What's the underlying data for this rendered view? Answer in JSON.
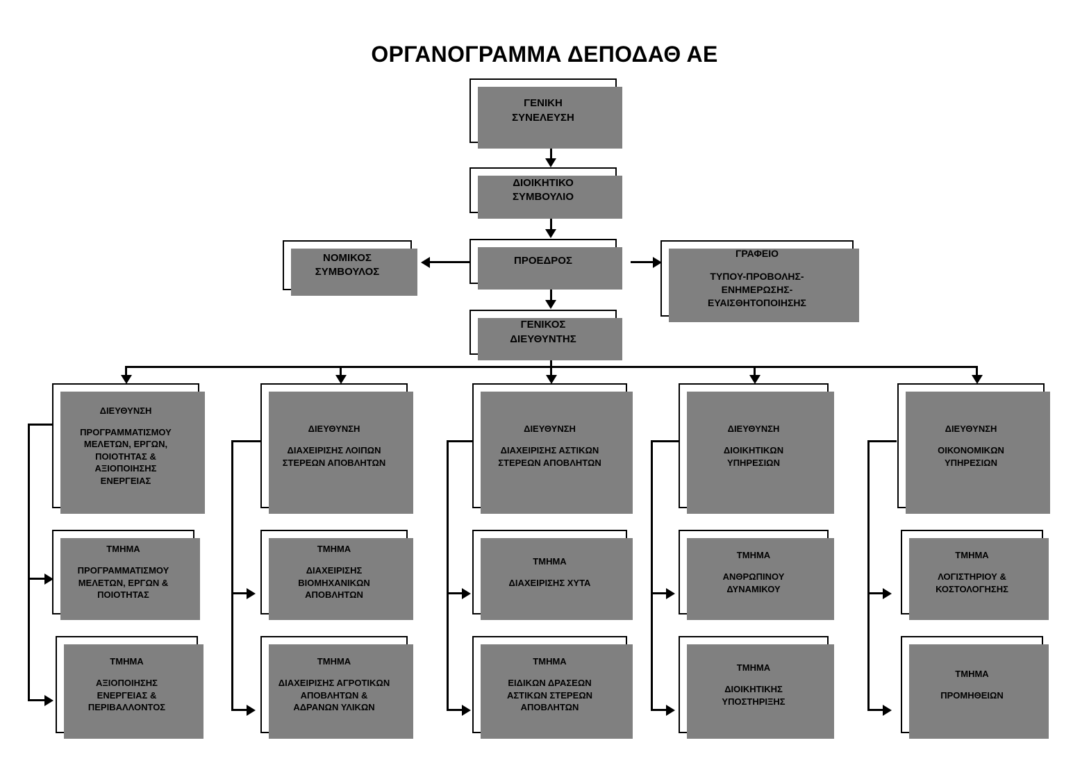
{
  "title": "ΟΡΓΑΝΟΓΡΑΜΜΑ ΔΕΠΟΔΑΘ ΑΕ",
  "colors": {
    "box_border": "#000000",
    "box_fill": "#ffffff",
    "shadow": "#808080",
    "connector": "#000000",
    "background": "#ffffff",
    "text": "#000000"
  },
  "nodes": {
    "general_assembly": {
      "line1": "ΓΕΝΙΚΗ",
      "line2": "ΣΥΝΕΛΕΥΣΗ"
    },
    "board": {
      "line1": "ΔΙΟΙΚΗΤΙΚΟ",
      "line2": "ΣΥΜΒΟΥΛΙΟ"
    },
    "president": {
      "line1": "ΠΡΟΕΔΡΟΣ"
    },
    "legal_advisor": {
      "line1": "ΝΟΜΙΚΟΣ",
      "line2": "ΣΥΜΒΟΥΛΟΣ"
    },
    "press_office": {
      "line1": "ΓΡΑΦΕΙΟ",
      "line2": "ΤΥΠΟΥ-ΠΡΟΒΟΛΗΣ-",
      "line3": "ΕΝΗΜΕΡΩΣΗΣ-",
      "line4": "ΕΥΑΙΣΘΗΤΟΠΟΙΗΣΗΣ"
    },
    "general_director": {
      "line1": "ΓΕΝΙΚΟΣ",
      "line2": "ΔΙΕΥΘΥΝΤΗΣ"
    },
    "dir1": {
      "line1": "ΔΙΕΥΘΥΝΣΗ",
      "line2": "ΠΡΟΓΡΑΜΜΑΤΙΣΜΟΥ",
      "line3": "ΜΕΛΕΤΩΝ, ΕΡΓΩΝ,",
      "line4": "ΠΟΙΟΤΗΤΑΣ &",
      "line5": "ΑΞΙΟΠΟΙΗΣΗΣ",
      "line6": "ΕΝΕΡΓΕΙΑΣ"
    },
    "dir1_dep1": {
      "line1": "ΤΜΗΜΑ",
      "line2": "ΠΡΟΓΡΑΜΜΑΤΙΣΜΟΥ",
      "line3": "ΜΕΛΕΤΩΝ, ΕΡΓΩΝ &",
      "line4": "ΠΟΙΟΤΗΤΑΣ"
    },
    "dir1_dep2": {
      "line1": "ΤΜΗΜΑ",
      "line2": "ΑΞΙΟΠΟΙΗΣΗΣ",
      "line3": "ΕΝΕΡΓΕΙΑΣ &",
      "line4": "ΠΕΡΙΒΑΛΛΟΝΤΟΣ"
    },
    "dir2": {
      "line1": "ΔΙΕΥΘΥΝΣΗ",
      "line2": "ΔΙΑΧΕΙΡΙΣΗΣ ΛΟΙΠΩΝ",
      "line3": "ΣΤΕΡΕΩΝ ΑΠΟΒΛΗΤΩΝ"
    },
    "dir2_dep1": {
      "line1": "ΤΜΗΜΑ",
      "line2": "ΔΙΑΧΕΙΡΙΣΗΣ",
      "line3": "ΒΙΟΜΗΧΑΝΙΚΩΝ",
      "line4": "ΑΠΟΒΛΗΤΩΝ"
    },
    "dir2_dep2": {
      "line1": "ΤΜΗΜΑ",
      "line2": "ΔΙΑΧΕΙΡΙΣΗΣ ΑΓΡΟΤΙΚΩΝ",
      "line3": "ΑΠΟΒΛΗΤΩΝ &",
      "line4": "ΑΔΡΑΝΩΝ ΥΛΙΚΩΝ"
    },
    "dir3": {
      "line1": "ΔΙΕΥΘΥΝΣΗ",
      "line2": "ΔΙΑΧΕΙΡΙΣΗΣ ΑΣΤΙΚΩΝ",
      "line3": "ΣΤΕΡΕΩΝ ΑΠΟΒΛΗΤΩΝ"
    },
    "dir3_dep1": {
      "line1": "ΤΜΗΜΑ",
      "line2": "ΔΙΑΧΕΙΡΙΣΗΣ ΧΥΤΑ"
    },
    "dir3_dep2": {
      "line1": "ΤΜΗΜΑ",
      "line2": "ΕΙΔΙΚΩΝ ΔΡΑΣΕΩΝ",
      "line3": "ΑΣΤΙΚΩΝ ΣΤΕΡΕΩΝ",
      "line4": "ΑΠΟΒΛΗΤΩΝ"
    },
    "dir4": {
      "line1": "ΔΙΕΥΘΥΝΣΗ",
      "line2": "ΔΙΟΙΚΗΤΙΚΩΝ",
      "line3": "ΥΠΗΡΕΣΙΩΝ"
    },
    "dir4_dep1": {
      "line1": "ΤΜΗΜΑ",
      "line2": "ΑΝΘΡΩΠΙΝΟΥ",
      "line3": "ΔΥΝΑΜΙΚΟΥ"
    },
    "dir4_dep2": {
      "line1": "ΤΜΗΜΑ",
      "line2": "ΔΙΟΙΚΗΤΙΚΗΣ",
      "line3": "ΥΠΟΣΤΗΡΙΞΗΣ"
    },
    "dir5": {
      "line1": "ΔΙΕΥΘΥΝΣΗ",
      "line2": "ΟΙΚΟΝΟΜΙΚΩΝ",
      "line3": "ΥΠΗΡΕΣΙΩΝ"
    },
    "dir5_dep1": {
      "line1": "ΤΜΗΜΑ",
      "line2": "ΛΟΓΙΣΤΗΡΙΟΥ &",
      "line3": "ΚΟΣΤΟΛΟΓΗΣΗΣ"
    },
    "dir5_dep2": {
      "line1": "ΤΜΗΜΑ",
      "line2": "ΠΡΟΜΗΘΕΙΩΝ"
    }
  }
}
